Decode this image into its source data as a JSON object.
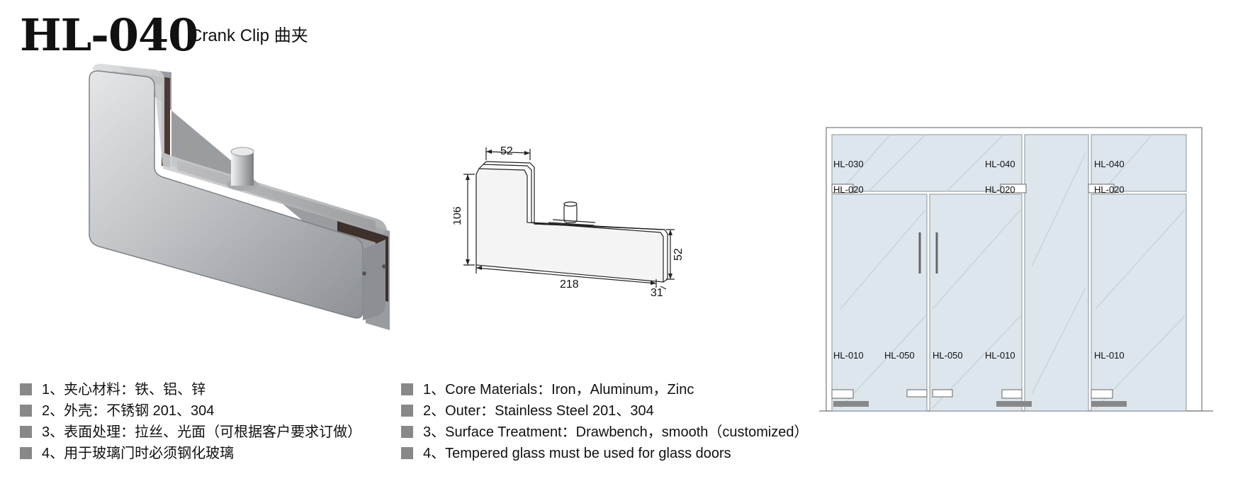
{
  "header": {
    "model": "HL-040",
    "subtitle": "Crank Clip 曲夹"
  },
  "features_cn": [
    "1、夹心材料：铁、铝、锌",
    "2、外壳：不锈钢 201、304",
    "3、表面处理：拉丝、光面（可根据客户要求订做）",
    "4、用于玻璃门时必须钢化玻璃"
  ],
  "features_en": [
    "1、Core Materials：Iron，Aluminum，Zinc",
    "2、Outer：Stainless Steel 201、304",
    "3、Surface Treatment：Drawbench，smooth（customized）",
    "4、Tempered glass must be used for glass doors"
  ],
  "dimensions": {
    "top_width": "52",
    "height": "106",
    "length": "218",
    "right_height": "52",
    "thickness": "31"
  },
  "door_labels": {
    "l1": "HL-030",
    "l2": "HL-040",
    "l3": "HL-040",
    "l4": "HL-020",
    "l5": "HL-020",
    "l6": "HL-020",
    "l7": "HL-010",
    "l8": "HL-050",
    "l9": "HL-050",
    "l10": "HL-010",
    "l11": "HL-010"
  },
  "colors": {
    "bullet": "#888888",
    "glass": "#dde6ec",
    "steel": "#c4c6c8"
  }
}
